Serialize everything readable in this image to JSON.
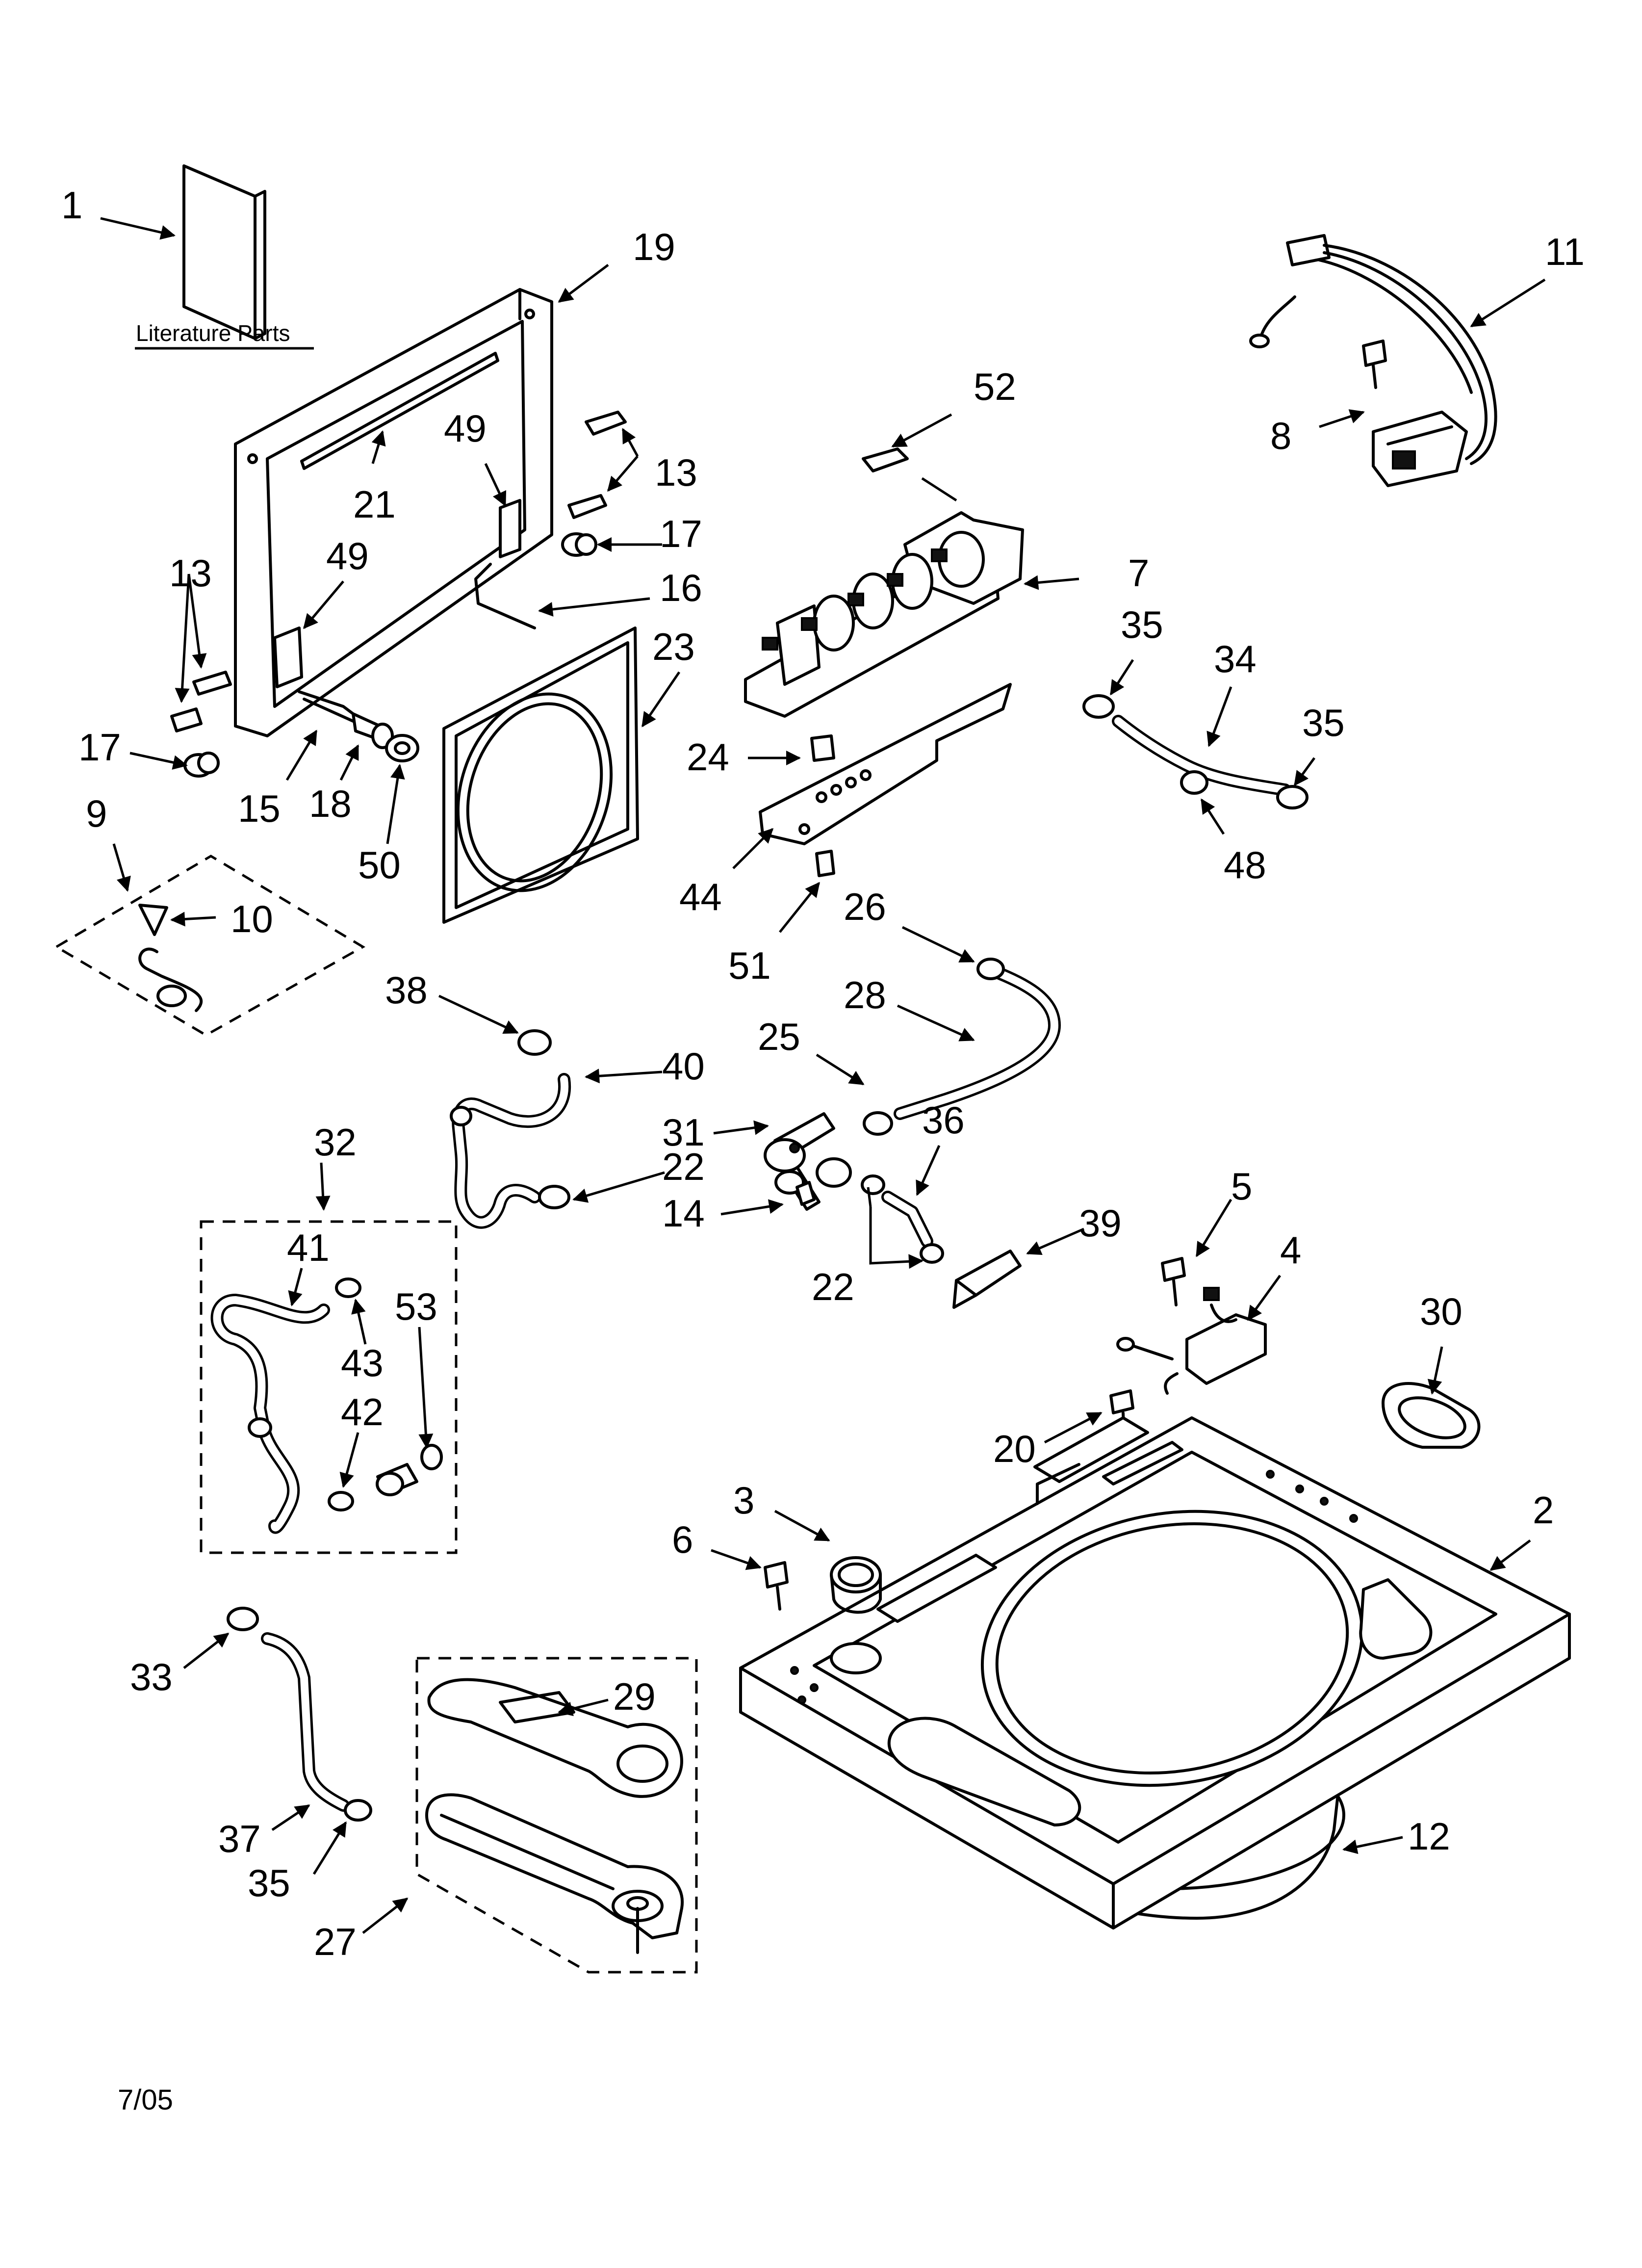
{
  "literature_caption": "Literature Parts",
  "revision_date": "7/05",
  "callouts": [
    {
      "id": "c1",
      "text": "1"
    },
    {
      "id": "c19",
      "text": "19"
    },
    {
      "id": "c11",
      "text": "11"
    },
    {
      "id": "c52",
      "text": "52"
    },
    {
      "id": "c49a",
      "text": "49"
    },
    {
      "id": "c13a",
      "text": "13"
    },
    {
      "id": "c21",
      "text": "21"
    },
    {
      "id": "c8",
      "text": "8"
    },
    {
      "id": "c17a",
      "text": "17"
    },
    {
      "id": "c13b",
      "text": "13"
    },
    {
      "id": "c49b",
      "text": "49"
    },
    {
      "id": "c16",
      "text": "16"
    },
    {
      "id": "c7",
      "text": "7"
    },
    {
      "id": "c23",
      "text": "23"
    },
    {
      "id": "c35a",
      "text": "35"
    },
    {
      "id": "c34",
      "text": "34"
    },
    {
      "id": "c35b",
      "text": "35"
    },
    {
      "id": "c17b",
      "text": "17"
    },
    {
      "id": "c24",
      "text": "24"
    },
    {
      "id": "c9",
      "text": "9"
    },
    {
      "id": "c15",
      "text": "15"
    },
    {
      "id": "c18",
      "text": "18"
    },
    {
      "id": "c50",
      "text": "50"
    },
    {
      "id": "c48",
      "text": "48"
    },
    {
      "id": "c10",
      "text": "10"
    },
    {
      "id": "c44",
      "text": "44"
    },
    {
      "id": "c26",
      "text": "26"
    },
    {
      "id": "c51",
      "text": "51"
    },
    {
      "id": "c38",
      "text": "38"
    },
    {
      "id": "c28",
      "text": "28"
    },
    {
      "id": "c25",
      "text": "25"
    },
    {
      "id": "c40",
      "text": "40"
    },
    {
      "id": "c32",
      "text": "32"
    },
    {
      "id": "c31",
      "text": "31"
    },
    {
      "id": "c36",
      "text": "36"
    },
    {
      "id": "c22a",
      "text": "22"
    },
    {
      "id": "c14",
      "text": "14"
    },
    {
      "id": "c5",
      "text": "5"
    },
    {
      "id": "c41",
      "text": "41"
    },
    {
      "id": "c39",
      "text": "39"
    },
    {
      "id": "c4",
      "text": "4"
    },
    {
      "id": "c53",
      "text": "53"
    },
    {
      "id": "c22b",
      "text": "22"
    },
    {
      "id": "c43",
      "text": "43"
    },
    {
      "id": "c30",
      "text": "30"
    },
    {
      "id": "c42",
      "text": "42"
    },
    {
      "id": "c20",
      "text": "20"
    },
    {
      "id": "c3",
      "text": "3"
    },
    {
      "id": "c2",
      "text": "2"
    },
    {
      "id": "c6",
      "text": "6"
    },
    {
      "id": "c33",
      "text": "33"
    },
    {
      "id": "c29",
      "text": "29"
    },
    {
      "id": "c12",
      "text": "12"
    },
    {
      "id": "c37",
      "text": "37"
    },
    {
      "id": "c35c",
      "text": "35"
    },
    {
      "id": "c27",
      "text": "27"
    }
  ]
}
